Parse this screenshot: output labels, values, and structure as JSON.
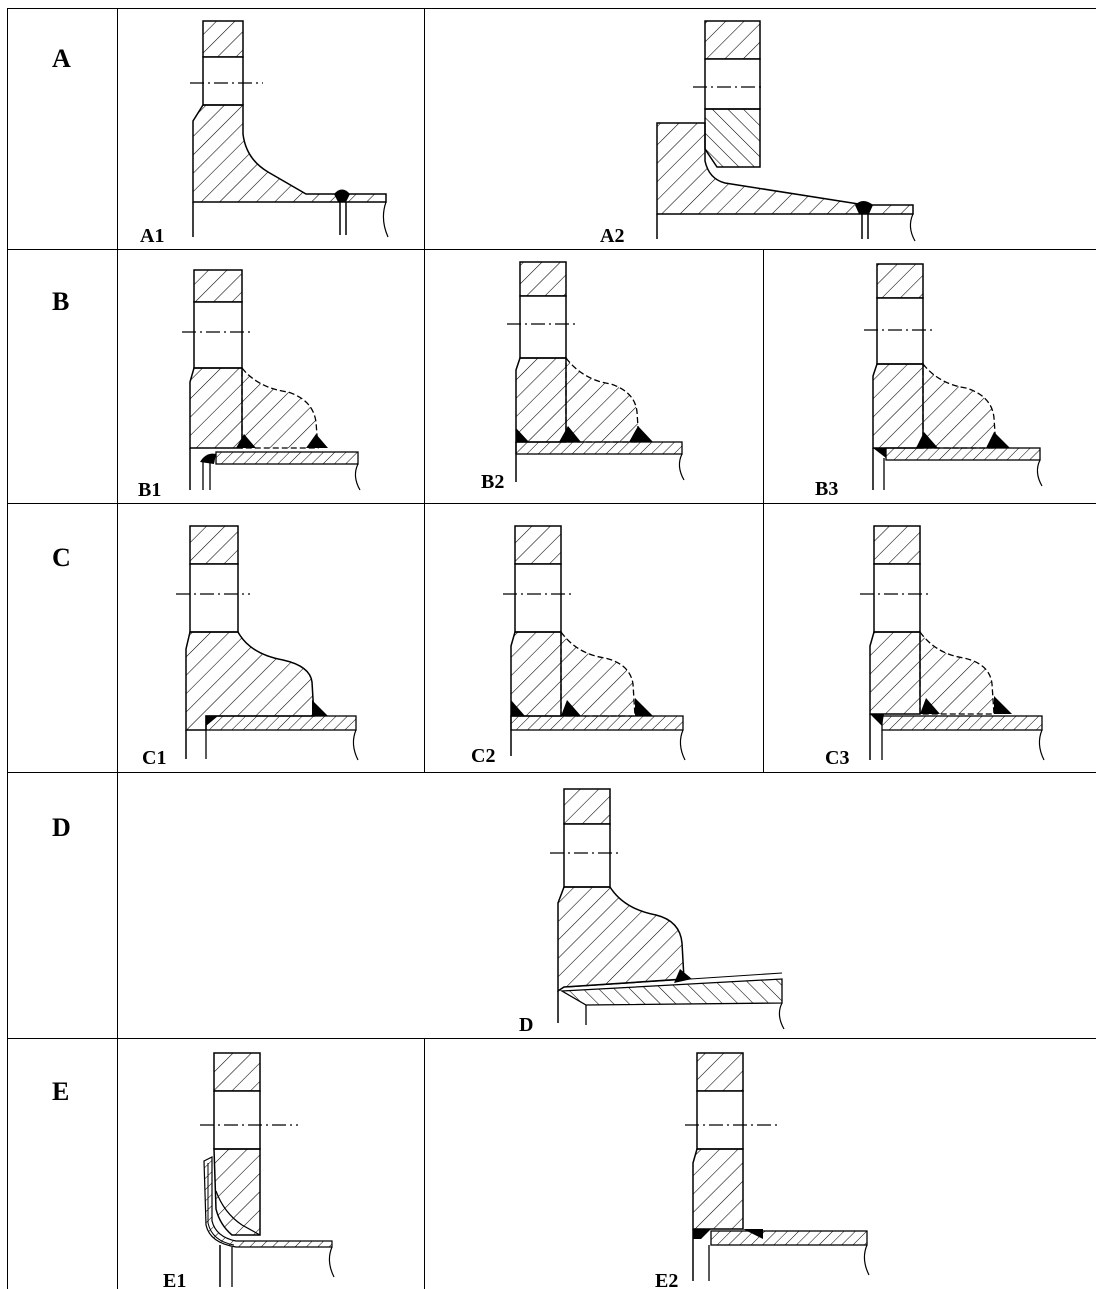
{
  "rows": [
    {
      "label": "A",
      "cells": [
        {
          "label": "A1"
        },
        {
          "label": "A2"
        }
      ]
    },
    {
      "label": "B",
      "cells": [
        {
          "label": "B1"
        },
        {
          "label": "B2"
        },
        {
          "label": "B3"
        }
      ]
    },
    {
      "label": "C",
      "cells": [
        {
          "label": "C1"
        },
        {
          "label": "C2"
        },
        {
          "label": "C3"
        }
      ]
    },
    {
      "label": "D",
      "cells": [
        {
          "label": "D"
        }
      ]
    },
    {
      "label": "E",
      "cells": [
        {
          "label": "E1"
        },
        {
          "label": "E2"
        }
      ]
    }
  ],
  "colors": {
    "ink": "#000000",
    "paper": "#ffffff"
  }
}
